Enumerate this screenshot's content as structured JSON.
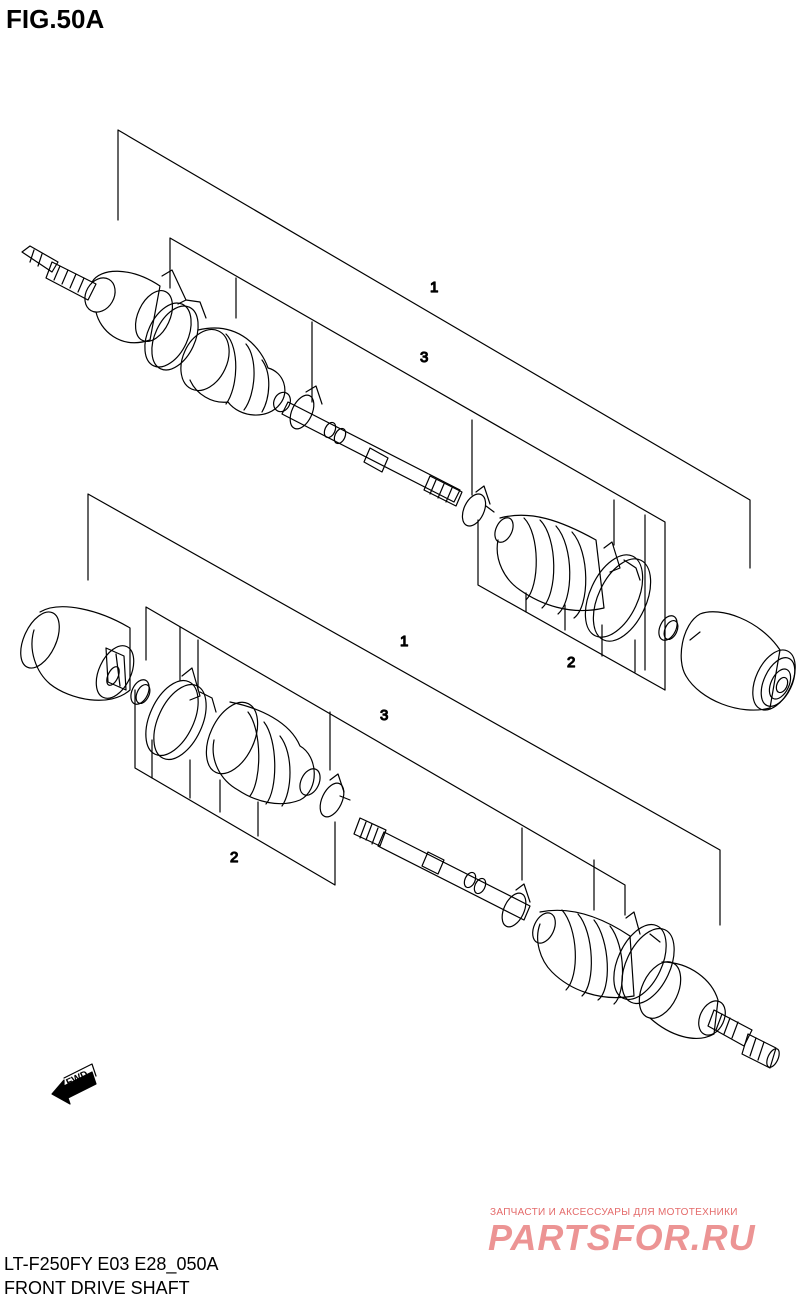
{
  "figure_label": "FIG.50A",
  "callouts": {
    "upper_assembly": "1",
    "upper_subassembly": "3",
    "upper_boot_kit": "2",
    "lower_assembly": "1",
    "lower_subassembly": "3",
    "lower_boot_kit": "2"
  },
  "fwd_label": "FWD",
  "watermark": {
    "tagline": "ЗАПЧАСТИ И АКСЕССУАРЫ ДЛЯ МОТОТЕХНИКИ",
    "brand": "PARTSFOR.RU"
  },
  "footer": {
    "model_code": "LT-F250FY E03 E28_050A",
    "section_name": "FRONT DRIVE SHAFT"
  }
}
